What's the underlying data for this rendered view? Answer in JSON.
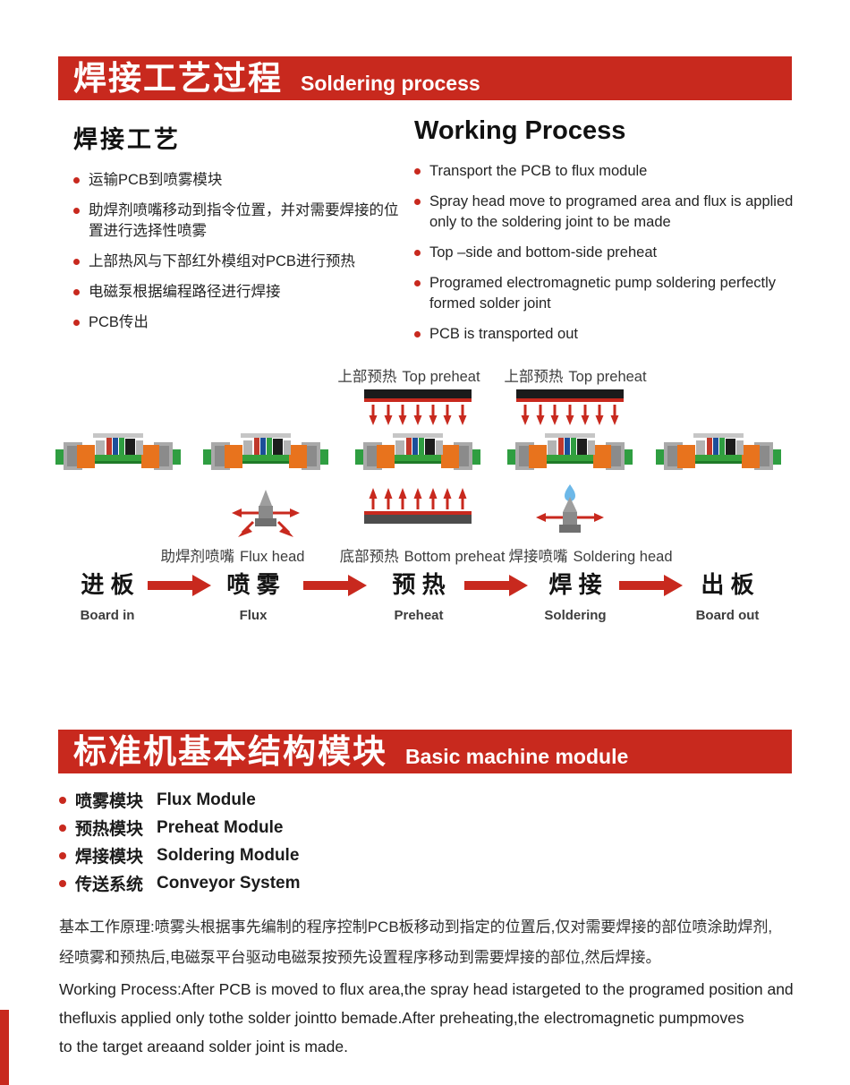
{
  "colors": {
    "accent_red": "#c8291e",
    "board_green": "#35a13c",
    "clamp_orange": "#e8731d",
    "heater_black": "#1b1b1b"
  },
  "section1": {
    "banner": {
      "title_zh": "焊接工艺过程",
      "title_en": "Soldering process"
    },
    "left": {
      "title": "焊接工艺",
      "bullets": [
        "运输PCB到喷雾模块",
        "助焊剂喷嘴移动到指令位置，并对需要焊接的位置进行选择性喷雾",
        "上部热风与下部红外模组对PCB进行预热",
        "电磁泵根据编程路径进行焊接",
        "PCB传出"
      ]
    },
    "right": {
      "title": "Working Process",
      "bullets": [
        "Transport the PCB to flux module",
        "Spray head move to programed area and flux is applied only to the soldering joint to be made",
        "Top –side and bottom-side preheat",
        "Programed electromagnetic pump soldering perfectly formed solder joint",
        "PCB is transported out"
      ]
    }
  },
  "diagram": {
    "top_labels": [
      {
        "zh": "上部预热",
        "en": "Top preheat"
      },
      {
        "zh": "上部预热",
        "en": "Top preheat"
      }
    ],
    "bottom_labels": [
      {
        "zh": "助焊剂喷嘴",
        "en": "Flux head"
      },
      {
        "zh": "底部预热",
        "en": "Bottom preheat"
      },
      {
        "zh": "焊接喷嘴",
        "en": "Soldering head"
      }
    ],
    "steps": [
      {
        "zh": "进 板",
        "en": "Board in"
      },
      {
        "zh": "喷 雾",
        "en": "Flux"
      },
      {
        "zh": "预 热",
        "en": "Preheat"
      },
      {
        "zh": "焊 接",
        "en": "Soldering"
      },
      {
        "zh": "出 板",
        "en": "Board out"
      }
    ]
  },
  "section2": {
    "banner": {
      "title_zh": "标准机基本结构模块",
      "title_en": "Basic machine module"
    },
    "modules": [
      {
        "zh": "喷雾模块",
        "en": "Flux Module"
      },
      {
        "zh": "预热模块",
        "en": "Preheat Module"
      },
      {
        "zh": "焊接模块",
        "en": "Soldering Module"
      },
      {
        "zh": "传送系统",
        "en": "Conveyor System"
      }
    ],
    "principle_zh": [
      "基本工作原理:喷雾头根据事先编制的程序控制PCB板移动到指定的位置后,仅对需要焊接的部位喷涂助焊剂,",
      "经喷雾和预热后,电磁泵平台驱动电磁泵按预先设置程序移动到需要焊接的部位,然后焊接。"
    ],
    "principle_en": [
      "Working Process:After PCB is moved to flux area,the spray head istargeted to the programed position and",
      "thefluxis applied only tothe solder jointto bemade.After preheating,the electromagnetic pumpmoves",
      "to the target areaand solder joint is made."
    ]
  },
  "icons": {
    "pcb-assembly-icon": "svg-green-pcb-with-orange-clamps-and-components",
    "top-preheat-heater-icon": "svg-black-bar-with-red-down-arrows",
    "bottom-preheat-heater-icon": "svg-dark-bar-with-red-up-arrows",
    "flux-nozzle-icon": "svg-gray-nozzle-with-red-motion-arrows",
    "soldering-nozzle-icon": "svg-gray-nozzle-with-blue-solder-drop",
    "flow-arrow-icon": "svg-thick-red-right-arrow",
    "bullet-dot-icon": "css-red-circle"
  }
}
